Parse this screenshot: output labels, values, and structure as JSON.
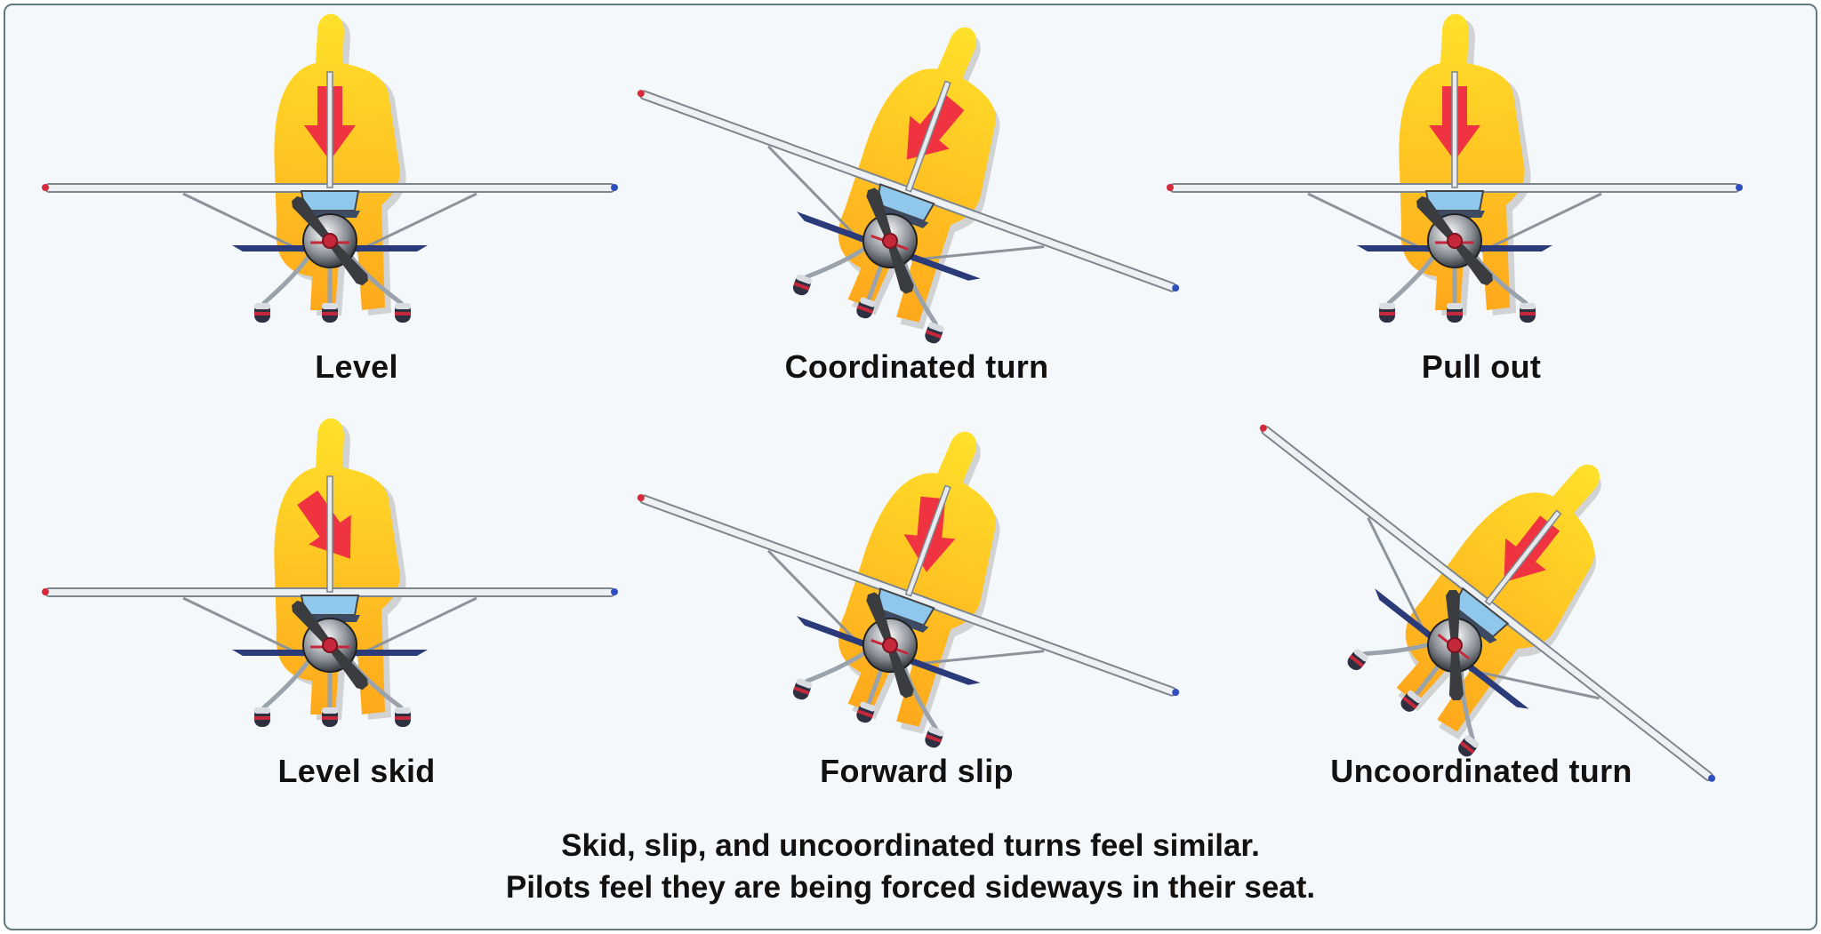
{
  "panels": [
    {
      "id": "level",
      "label": "Level",
      "bank": 0,
      "arrow": 0
    },
    {
      "id": "coordinated-turn",
      "label": "Coordinated turn",
      "bank": 20,
      "arrow": 20
    },
    {
      "id": "pull-out",
      "label": "Pull out",
      "bank": 0,
      "arrow": 0
    },
    {
      "id": "level-skid",
      "label": "Level skid",
      "bank": 0,
      "arrow": -35
    },
    {
      "id": "forward-slip",
      "label": "Forward slip",
      "bank": 20,
      "arrow": -15
    },
    {
      "id": "uncoordinated-turn",
      "label": "Uncoordinated turn",
      "bank": 38,
      "arrow": 0
    }
  ],
  "caption": {
    "line1": "Skid, slip, and uncoordinated turns feel similar.",
    "line2": "Pilots feel they are being forced sideways in their seat."
  },
  "colors": {
    "pilot_top": "#ffe12a",
    "pilot_bottom": "#ffa81c",
    "arrow": "#ef3340",
    "frame": "#5f7a80",
    "background": "#f5f8fa"
  }
}
